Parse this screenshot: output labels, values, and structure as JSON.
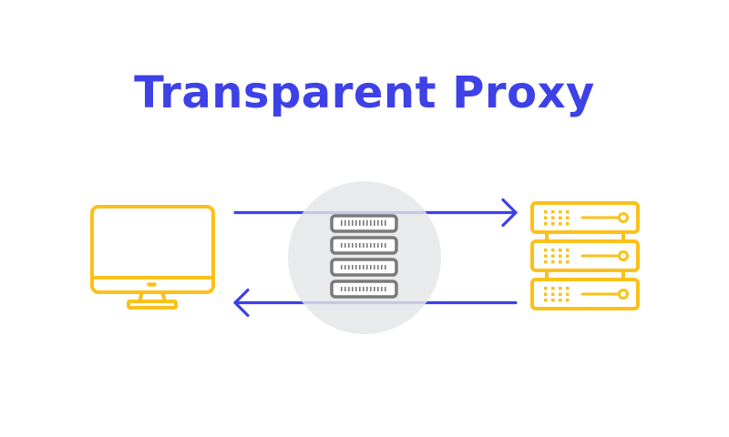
{
  "title": "Transparent Proxy",
  "colors": {
    "title": "#3d41e6",
    "arrow": "#3d41e6",
    "endpoint_icons": "#fbc11a",
    "proxy_icon": "#7a7a7a",
    "proxy_circle": "#e4e5e8"
  },
  "nodes": [
    {
      "id": "client",
      "icon": "desktop-monitor-icon",
      "role": "client computer"
    },
    {
      "id": "proxy",
      "icon": "server-rack-icon",
      "role": "transparent proxy server"
    },
    {
      "id": "server",
      "icon": "server-stack-icon",
      "role": "destination server"
    }
  ],
  "edges": [
    {
      "from": "client",
      "to": "server",
      "direction": "right",
      "icon": "arrow-right-icon"
    },
    {
      "from": "server",
      "to": "client",
      "direction": "left",
      "icon": "arrow-left-icon"
    }
  ]
}
